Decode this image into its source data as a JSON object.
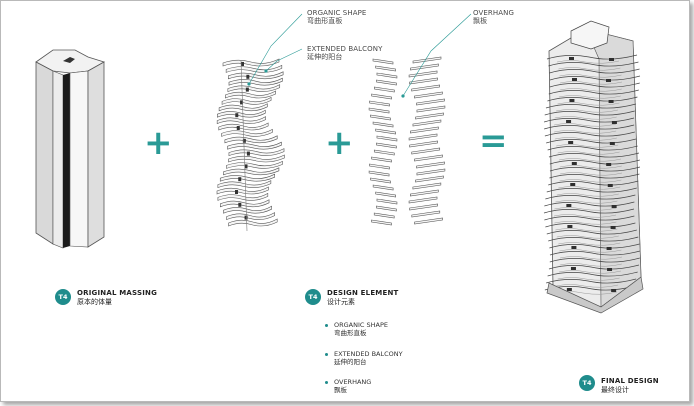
{
  "callouts": {
    "organic_shape": {
      "en": "ORGANIC SHAPE",
      "cn": "弯曲形直板"
    },
    "extended_balcony": {
      "en": "EXTENDED BALCONY",
      "cn": "延伸的阳台"
    },
    "overhang": {
      "en": "OVERHANG",
      "cn": "飘板"
    }
  },
  "operators": {
    "plus_1": "+",
    "plus_2": "+",
    "equals": "="
  },
  "captions": {
    "original_massing": {
      "badge": "T4",
      "en": "ORIGINAL MASSING",
      "cn": "原本的体量"
    },
    "design_element": {
      "badge": "T4",
      "en": "DESIGN ELEMENT",
      "cn": "设计元素"
    },
    "final_design": {
      "badge": "T4",
      "en": "FINAL DESIGN",
      "cn": "最终设计"
    }
  },
  "bullets": [
    {
      "en": "ORGANIC SHAPE",
      "cn": "弯曲形直板"
    },
    {
      "en": "EXTENDED BALCONY",
      "cn": "延伸的阳台"
    },
    {
      "en": "OVERHANG",
      "cn": "飘板"
    }
  ],
  "colors": {
    "accent": "#1f8c8c",
    "operator": "#2a9a96",
    "line": "#555555"
  }
}
